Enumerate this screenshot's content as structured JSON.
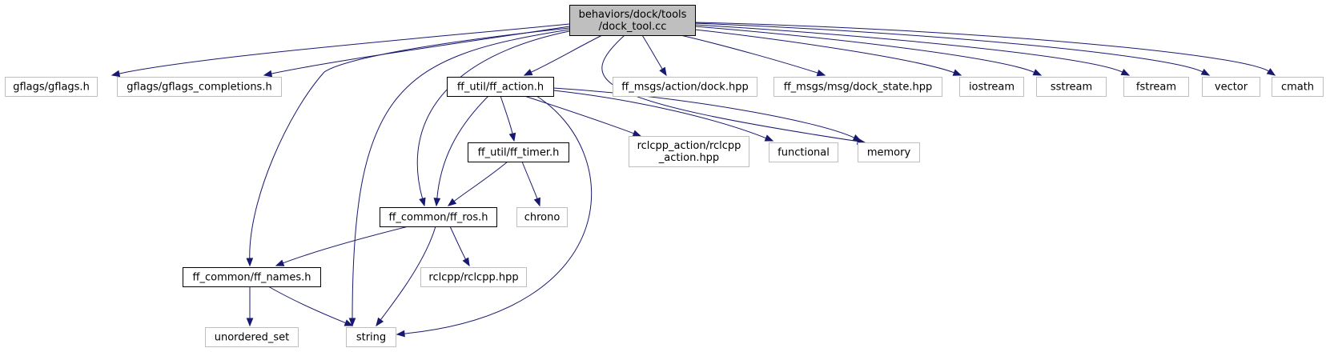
{
  "diagram": {
    "type": "include-dependency-graph",
    "colors": {
      "root_fill": "#bfbfbf",
      "root_stroke": "#000000",
      "internal_fill": "#ffffff",
      "internal_stroke": "#000000",
      "external_stroke": "#bfbfbf",
      "edge": "#191970"
    },
    "nodes": [
      {
        "id": "dock_tool",
        "kind": "root",
        "lines": [
          "behaviors/dock/tools",
          "/dock_tool.cc"
        ]
      },
      {
        "id": "gflags",
        "kind": "external",
        "lines": [
          "gflags/gflags.h"
        ]
      },
      {
        "id": "gflags_completions",
        "kind": "external",
        "lines": [
          "gflags/gflags_completions.h"
        ]
      },
      {
        "id": "ff_action",
        "kind": "internal",
        "lines": [
          "ff_util/ff_action.h"
        ]
      },
      {
        "id": "dock_hpp",
        "kind": "external",
        "lines": [
          "ff_msgs/action/dock.hpp"
        ]
      },
      {
        "id": "dock_state",
        "kind": "external",
        "lines": [
          "ff_msgs/msg/dock_state.hpp"
        ]
      },
      {
        "id": "iostream",
        "kind": "external",
        "lines": [
          "iostream"
        ]
      },
      {
        "id": "sstream",
        "kind": "external",
        "lines": [
          "sstream"
        ]
      },
      {
        "id": "fstream",
        "kind": "external",
        "lines": [
          "fstream"
        ]
      },
      {
        "id": "vector",
        "kind": "external",
        "lines": [
          "vector"
        ]
      },
      {
        "id": "cmath",
        "kind": "external",
        "lines": [
          "cmath"
        ]
      },
      {
        "id": "ff_timer",
        "kind": "internal",
        "lines": [
          "ff_util/ff_timer.h"
        ]
      },
      {
        "id": "rclcpp_action",
        "kind": "external",
        "lines": [
          "rclcpp_action/rclcpp",
          "_action.hpp"
        ]
      },
      {
        "id": "functional",
        "kind": "external",
        "lines": [
          "functional"
        ]
      },
      {
        "id": "memory",
        "kind": "external",
        "lines": [
          "memory"
        ]
      },
      {
        "id": "chrono",
        "kind": "external",
        "lines": [
          "chrono"
        ]
      },
      {
        "id": "ff_ros",
        "kind": "internal",
        "lines": [
          "ff_common/ff_ros.h"
        ]
      },
      {
        "id": "rclcpp",
        "kind": "external",
        "lines": [
          "rclcpp/rclcpp.hpp"
        ]
      },
      {
        "id": "ff_names",
        "kind": "internal",
        "lines": [
          "ff_common/ff_names.h"
        ]
      },
      {
        "id": "unordered_set",
        "kind": "external",
        "lines": [
          "unordered_set"
        ]
      },
      {
        "id": "string",
        "kind": "external",
        "lines": [
          "string"
        ]
      }
    ],
    "edges": [
      {
        "from": "dock_tool",
        "to": "gflags"
      },
      {
        "from": "dock_tool",
        "to": "gflags_completions"
      },
      {
        "from": "dock_tool",
        "to": "ff_action"
      },
      {
        "from": "dock_tool",
        "to": "dock_hpp"
      },
      {
        "from": "dock_tool",
        "to": "dock_state"
      },
      {
        "from": "dock_tool",
        "to": "iostream"
      },
      {
        "from": "dock_tool",
        "to": "sstream"
      },
      {
        "from": "dock_tool",
        "to": "fstream"
      },
      {
        "from": "dock_tool",
        "to": "vector"
      },
      {
        "from": "dock_tool",
        "to": "cmath"
      },
      {
        "from": "dock_tool",
        "to": "memory"
      },
      {
        "from": "dock_tool",
        "to": "ff_ros"
      },
      {
        "from": "dock_tool",
        "to": "ff_names"
      },
      {
        "from": "dock_tool",
        "to": "string"
      },
      {
        "from": "ff_action",
        "to": "ff_timer"
      },
      {
        "from": "ff_action",
        "to": "ff_ros"
      },
      {
        "from": "ff_action",
        "to": "rclcpp_action"
      },
      {
        "from": "ff_action",
        "to": "functional"
      },
      {
        "from": "ff_action",
        "to": "memory"
      },
      {
        "from": "ff_action",
        "to": "string"
      },
      {
        "from": "ff_timer",
        "to": "ff_ros"
      },
      {
        "from": "ff_timer",
        "to": "chrono"
      },
      {
        "from": "ff_ros",
        "to": "ff_names"
      },
      {
        "from": "ff_ros",
        "to": "rclcpp"
      },
      {
        "from": "ff_ros",
        "to": "string"
      },
      {
        "from": "ff_names",
        "to": "unordered_set"
      },
      {
        "from": "ff_names",
        "to": "string"
      }
    ]
  }
}
